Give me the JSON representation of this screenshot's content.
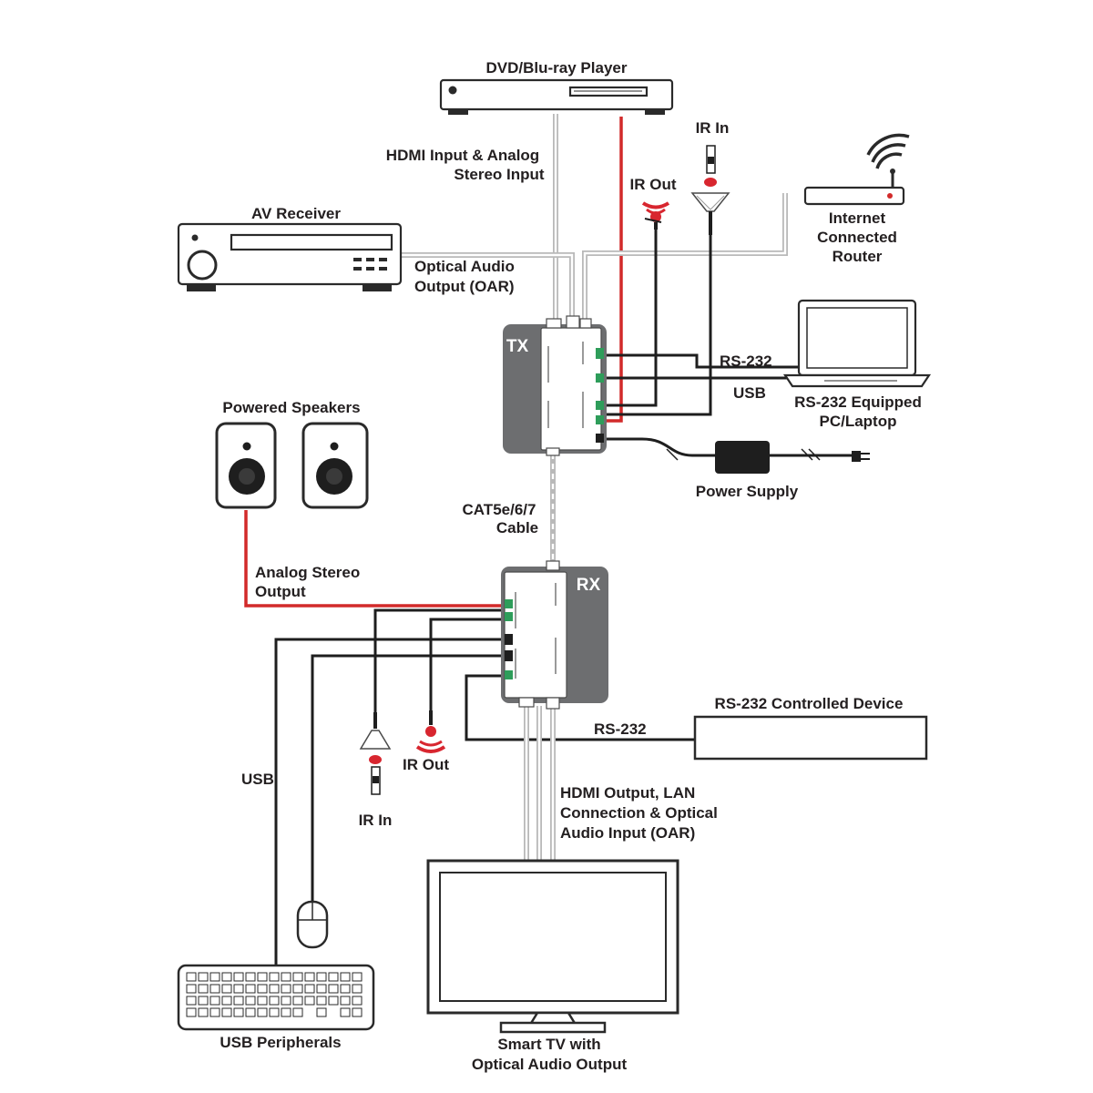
{
  "colors": {
    "cable_gray": "#b9b9b9",
    "cable_black": "#1e1e1e",
    "cable_red": "#d22a2a",
    "unit_body": "#6d6e70",
    "ir_red": "#d8262f",
    "port_green": "#2e9d5a"
  },
  "devices": {
    "dvd_player": "DVD/Blu-ray Player",
    "av_receiver": "AV Receiver",
    "router_line1": "Internet",
    "router_line2": "Connected",
    "router_line3": "Router",
    "pc_line1": "RS-232 Equipped",
    "pc_line2": "PC/Laptop",
    "power_supply": "Power Supply",
    "speakers": "Powered Speakers",
    "rs232_device": "RS-232 Controlled Device",
    "tv_line1": "Smart TV with",
    "tv_line2": "Optical Audio Output",
    "usb_peripherals": "USB Peripherals"
  },
  "units": {
    "tx": "TX",
    "rx": "RX"
  },
  "connections": {
    "hdmi_input_line1": "HDMI Input & Analog",
    "hdmi_input_line2": "Stereo Input",
    "optical_out_line1": "Optical Audio",
    "optical_out_line2": "Output (OAR)",
    "ir_out_tx": "IR Out",
    "ir_in_tx": "IR In",
    "rs232_tx": "RS-232",
    "usb_tx": "USB",
    "cat_line1": "CAT5e/6/7",
    "cat_line2": "Cable",
    "analog_line1": "Analog Stereo",
    "analog_line2": "Output",
    "ir_out_rx": "IR Out",
    "ir_in_rx": "IR In",
    "usb_rx": "USB",
    "rs232_rx": "RS-232",
    "hdmi_output_line1": "HDMI Output, LAN",
    "hdmi_output_line2": "Connection & Optical",
    "hdmi_output_line3": "Audio Input (OAR)"
  }
}
